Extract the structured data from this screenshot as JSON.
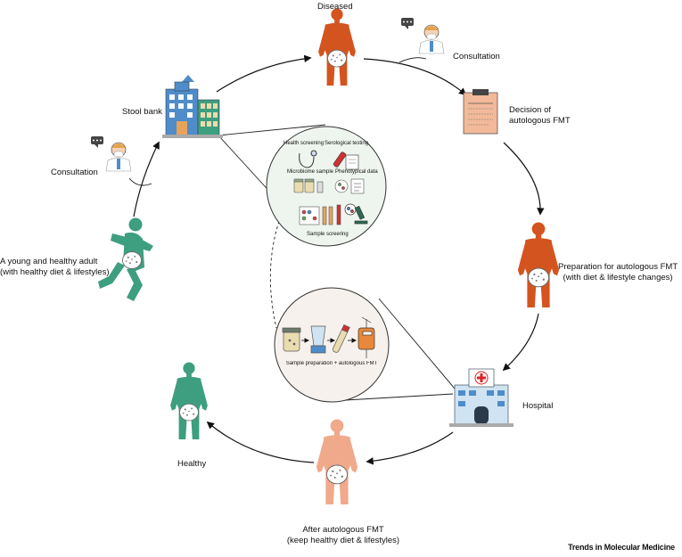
{
  "nodes": {
    "diseased": "Diseased",
    "consultation_doctor": "Consultation",
    "decision_line1": "Decision of",
    "decision_line2": "autologous FMT",
    "preparation_line1": "Preparation for autologous FMT",
    "preparation_line2": "(with diet & lifestyle changes)",
    "hospital": "Hospital",
    "after_line1": "After autologous FMT",
    "after_line2": "(keep healthy diet & lifestyles)",
    "healthy": "Healthy",
    "young_line1": "A young and healthy adult",
    "young_line2": "(with healthy diet & lifestyles)",
    "consultation_bank": "Consultation",
    "stool_bank": "Stool bank"
  },
  "screening_panel": {
    "health_screening": "Health screening",
    "serological_testing": "Serological testing",
    "microbiome_sample": "Microbiome sample",
    "phenotypical_data": "Phenotypical data",
    "sample_screening": "Sample screering"
  },
  "preparation_panel": {
    "caption": "Sample preparation + autologous FMT"
  },
  "journal": "Trends in Molecular Medicine",
  "colors": {
    "diseased": "#d4541f",
    "recovering": "#f0a98a",
    "healthy": "#3e9e80",
    "panel_fill": "#eef5ef"
  }
}
